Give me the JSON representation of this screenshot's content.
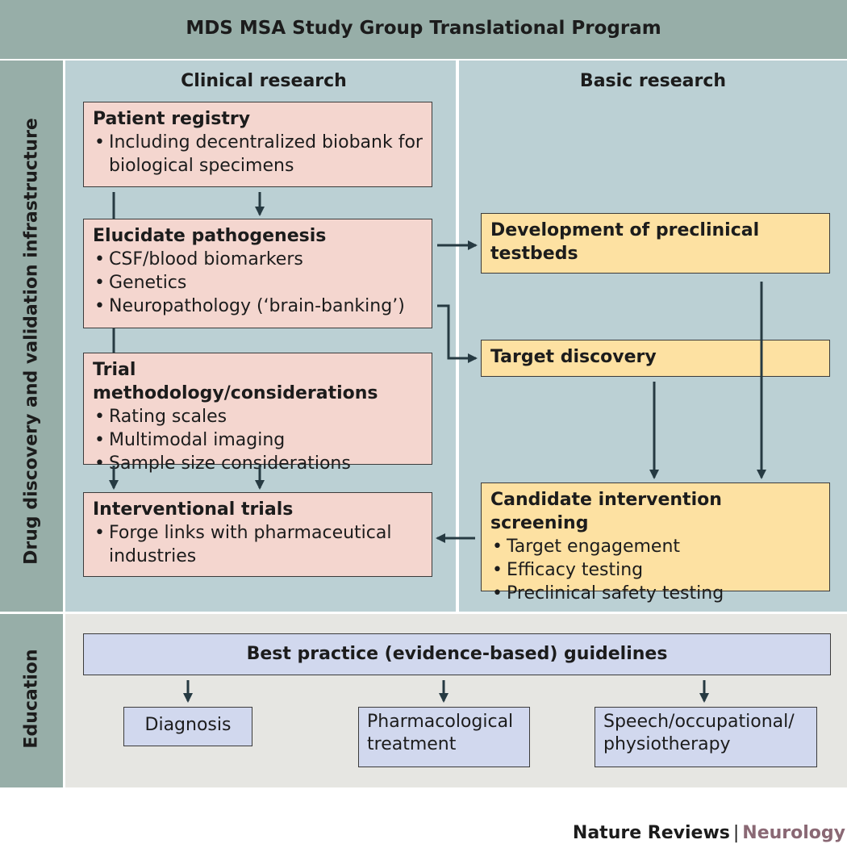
{
  "title": "MDS MSA Study Group Translational Program",
  "sections": {
    "drug_discovery": "Drug discovery and validation infrastructure",
    "education": "Education"
  },
  "columns": {
    "clinical": "Clinical research",
    "basic": "Basic research"
  },
  "clinical_boxes": {
    "patient_registry": {
      "heading": "Patient registry",
      "bullets": [
        "Including decentralized biobank for biological specimens"
      ]
    },
    "pathogenesis": {
      "heading": "Elucidate pathogenesis",
      "bullets": [
        "CSF/blood biomarkers",
        "Genetics",
        "Neuropathology (‘brain-banking’)"
      ]
    },
    "trial_methodology": {
      "heading": "Trial methodology/considerations",
      "bullets": [
        "Rating scales",
        "Multimodal imaging",
        "Sample size considerations"
      ]
    },
    "interventional_trials": {
      "heading": "Interventional trials",
      "bullets": [
        "Forge links with pharmaceutical industries"
      ]
    }
  },
  "basic_boxes": {
    "preclinical_testbeds": {
      "heading": "Development of preclinical testbeds"
    },
    "target_discovery": {
      "heading": "Target discovery"
    },
    "candidate_screening": {
      "heading": "Candidate intervention screening",
      "bullets": [
        "Target engagement",
        "Efficacy testing",
        "Preclinical safety testing"
      ]
    }
  },
  "education": {
    "guidelines": "Best practice (evidence-based) guidelines",
    "outcomes": [
      "Diagnosis",
      "Pharmacological treatment",
      "Speech/occupational/ physiotherapy"
    ]
  },
  "credit": {
    "publisher": "Nature Reviews",
    "separator": "|",
    "journal": "Neurology"
  },
  "colors": {
    "band": "#97aea8",
    "research_panel": "#bbd0d4",
    "education_panel": "#e6e6e2",
    "clinical_box": "#f4d6cf",
    "basic_box": "#fde1a2",
    "education_box": "#d1d8ee",
    "arrow": "#263a42",
    "journal": "#8a6874"
  }
}
